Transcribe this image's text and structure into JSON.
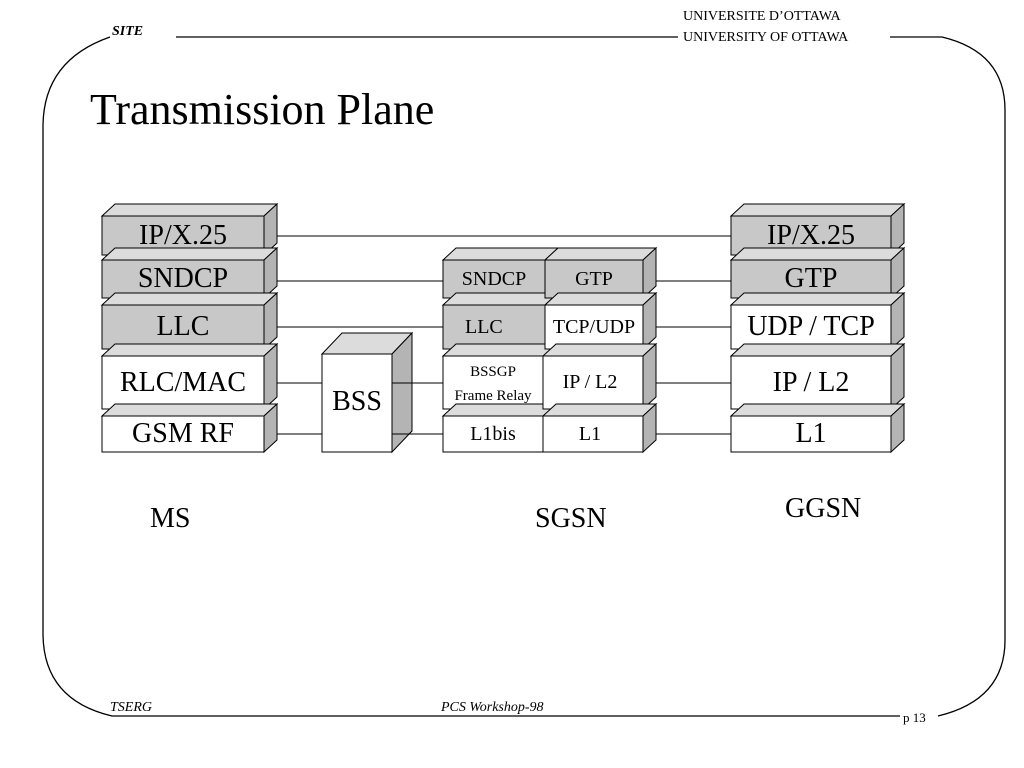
{
  "header": {
    "left": "SITE",
    "right_line1": "UNIVERSITE D’OTTAWA",
    "right_line2": "UNIVERSITY OF OTTAWA"
  },
  "title": "Transmission Plane",
  "stacks": {
    "ms": {
      "label": "MS",
      "layers": [
        "IP/X.25",
        "SNDCP",
        "LLC",
        "RLC/MAC",
        "GSM RF"
      ]
    },
    "bss": {
      "label": "BSS"
    },
    "sgsn": {
      "label": "SGSN",
      "left_col": [
        "SNDCP",
        "LLC",
        "BSSGP",
        "Frame Relay",
        "L1bis"
      ],
      "right_col": [
        "GTP",
        "TCP/UDP",
        "IP / L2",
        "L1"
      ]
    },
    "ggsn": {
      "label": "GGSN",
      "layers": [
        "IP/X.25",
        "GTP",
        "UDP / TCP",
        "IP / L2",
        "L1"
      ]
    }
  },
  "colors": {
    "shaded": "#c8c8c8",
    "white": "#ffffff",
    "side": "#b4b4b4",
    "top": "#dcdcdc"
  },
  "footer": {
    "left": "TSERG",
    "center": "PCS Workshop-98",
    "page": "p 13"
  }
}
